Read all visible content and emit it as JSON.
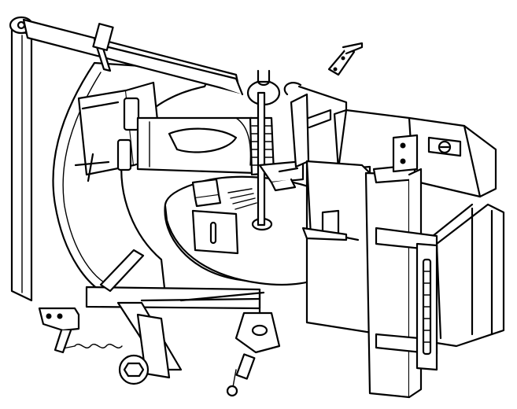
{
  "figure": {
    "kind": "mechanical line drawing",
    "colors": {
      "ink": "#000000",
      "paper": "#ffffff"
    },
    "parts": [
      "vertical-column",
      "upper-arm",
      "lower-arm",
      "rotary-sector-plate",
      "circular-table",
      "work-holder-clamp",
      "vertical-spindle",
      "gear-housing-block",
      "rectangular-frame",
      "slotted-indicator-bar",
      "lower-pivot-hub",
      "adjusting-screw",
      "coil-spring",
      "floating-index-bracket"
    ]
  }
}
